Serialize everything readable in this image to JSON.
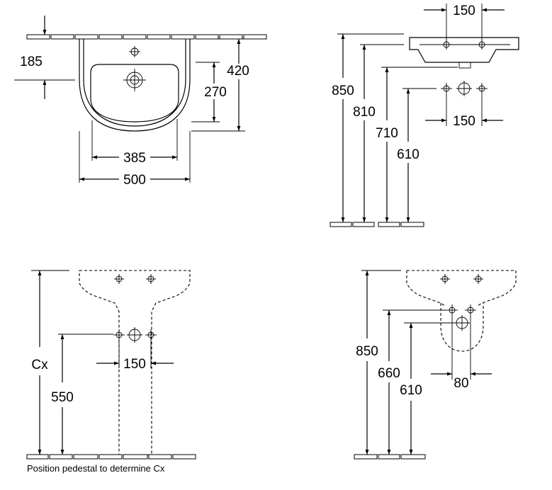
{
  "top_view": {
    "dim_185": "185",
    "dim_420": "420",
    "dim_270": "270",
    "dim_385": "385",
    "dim_500": "500"
  },
  "side_view": {
    "dim_150_top": "150",
    "dim_850": "850",
    "dim_810": "810",
    "dim_710": "710",
    "dim_610": "610",
    "dim_150_wall": "150"
  },
  "pedestal_view": {
    "dim_cx": "Cx",
    "dim_550": "550",
    "dim_150": "150",
    "caption": "Position pedestal to determine Cx"
  },
  "semi_pedestal_view": {
    "dim_850": "850",
    "dim_660": "660",
    "dim_610": "610",
    "dim_80": "80"
  }
}
